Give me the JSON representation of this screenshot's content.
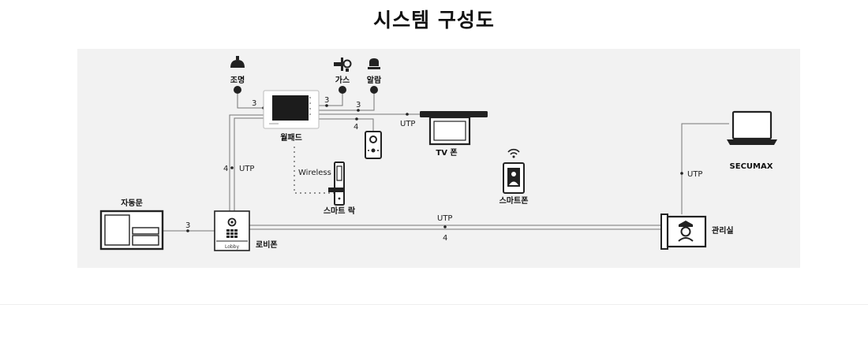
{
  "title": "시스템 구성도",
  "nodes": {
    "lighting": "조명",
    "gas": "가스",
    "alarm": "알람",
    "wallpad": "월패드",
    "tv_phone": "TV 폰",
    "smartphone": "스마트폰",
    "secumax": "SECUMAX",
    "auto_door": "자동문",
    "lobby_phone": "로비폰",
    "smart_lock": "스마트 락",
    "management_office": "관리실",
    "lobby_panel_text": "Lobby"
  },
  "connections": {
    "wall_lighting": "3",
    "wall_gas": "3",
    "wall_alarm": "3",
    "wall_tv_utp": "UTP",
    "wall_door_cam": "4",
    "wall_lobby": "4",
    "wall_lobby_utp": "UTP",
    "wireless": "Wireless",
    "door_lobby": "3",
    "lobby_mgmt_utp": "UTP",
    "lobby_mgmt_count": "4",
    "mgmt_secumax_utp": "UTP"
  },
  "colors": {
    "background": "#ffffff",
    "panel": "#f2f2f2",
    "line": "#777777",
    "device": "#222222"
  }
}
